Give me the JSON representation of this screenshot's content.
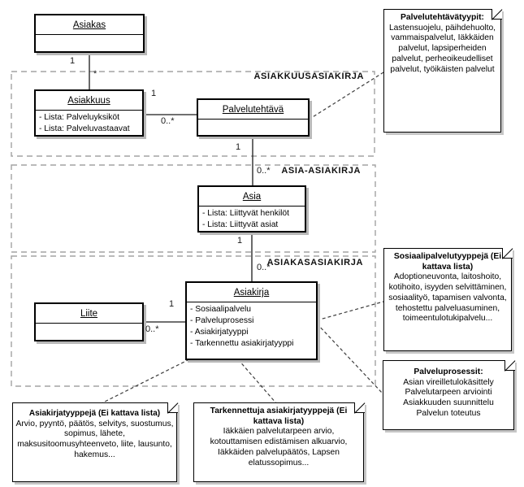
{
  "background": "#ffffff",
  "colors": {
    "box_border": "#000000",
    "box_fill": "#ffffff",
    "box_shadow": "#b8b8b8",
    "package_dash": "#a3a3a3",
    "connector_dash": "#3c3c3c",
    "text": "#000000"
  },
  "packages": {
    "asiakkuusasiakirja": {
      "label": "ASIAKKUUSASIAKIRJA"
    },
    "asia_asiakirja": {
      "label": "ASIA-ASIAKIRJA"
    },
    "asiakasasiakirja": {
      "label": "ASIAKASASIAKIRJA"
    }
  },
  "classes": {
    "asiakas": {
      "name": "Asiakas",
      "attrs": []
    },
    "asiakkuus": {
      "name": "Asiakkuus",
      "attrs": [
        "- Lista: Palveluyksiköt",
        "- Lista: Palveluvastaavat"
      ]
    },
    "palvelutehtava": {
      "name": "Palvelutehtävä",
      "attrs": []
    },
    "asia": {
      "name": "Asia",
      "attrs": [
        "- Lista: Liittyvät henkilöt",
        "- Lista: Liittyvät asiat"
      ]
    },
    "asiakirja": {
      "name": "Asiakirja",
      "attrs": [
        "- Sosiaalipalvelu",
        "- Palveluprosessi",
        "- Asiakirjatyyppi",
        "- Tarkennettu asiakirjatyyppi"
      ]
    },
    "liite": {
      "name": "Liite",
      "attrs": []
    }
  },
  "multiplicities": {
    "asiakas_asiakkuus_src": "1",
    "asiakas_asiakkuus_tgt": "*",
    "asiakkuus_palvelutehtava_src": "1",
    "asiakkuus_palvelutehtava_tgt": "0..*",
    "palvelutehtava_asia_src": "1",
    "palvelutehtava_asia_tgt": "0..*",
    "asia_asiakirja_src": "1",
    "asia_asiakirja_tgt": "0..*",
    "liite_asiakirja_src": "1",
    "liite_asiakirja_tgt": "0..*"
  },
  "notes": {
    "palvelutehtavatyypit": {
      "title": "Palvelutehtävätyypit:",
      "body": "Lastensuojelu, päihdehuolto, vammaispalvelut, Iäkkäiden palvelut, lapsiperheiden palvelut, perheoikeudelliset palvelut, työikäisten palvelut"
    },
    "sosiaalipalvelutyypit": {
      "title": "Sosiaalipalvelutyyppejä (Ei kattava lista)",
      "body": "Adoptioneuvonta, laitoshoito, kotihoito, isyyden selvittäminen, sosiaalityö, tapamisen valvonta, tehostettu palveluasuminen, toimeentulotukipalvelu..."
    },
    "palveluprosessit": {
      "title": "Palveluprosessit:",
      "lines": [
        "Asian vireilletulokäsittely",
        "Palvelutarpeen arviointi",
        "Asiakkuuden suunnittelu",
        "Palvelun toteutus"
      ]
    },
    "asiakirjatyypit": {
      "title": "Asiakirjatyyppejä (Ei kattava lista)",
      "body": "Arvio, pyyntö, päätös, selvitys, suostumus, sopimus, lähete, maksusitoomusyhteenveto, liite, lausunto, hakemus..."
    },
    "tarkennetut_asiakirjatyypit": {
      "title": "Tarkennettuja asiakirjatyyppejä (Ei kattava lista)",
      "body": "Iäkkäien palvelutarpeen arvio, kotouttamisen edistämisen alkuarvio, Iäkkäiden palvelupäätös, Lapsen elatussopimus..."
    }
  }
}
